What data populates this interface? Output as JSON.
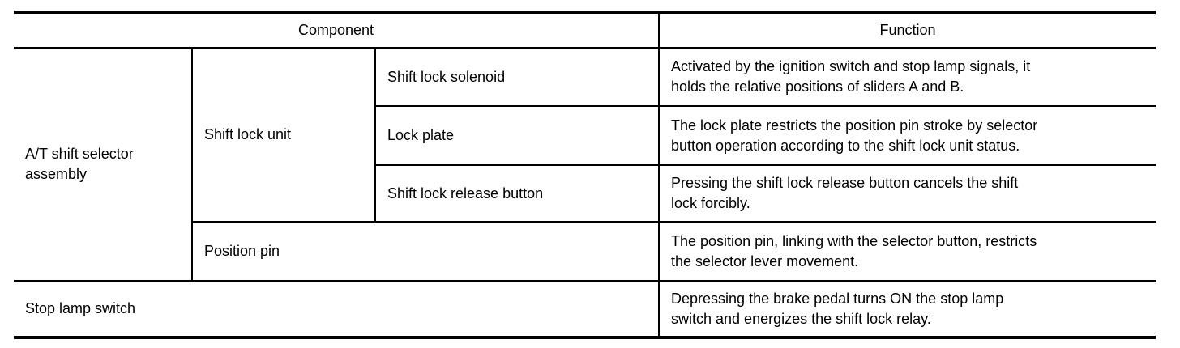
{
  "page": {
    "background_color": "#ffffff",
    "border_color": "#000000",
    "text_color": "#000000"
  },
  "table": {
    "headers": {
      "component": "Component",
      "function": "Function"
    },
    "rows": [
      {
        "assembly": "A/T shift selector assembly",
        "group": "Shift lock unit",
        "part": "Shift lock solenoid",
        "function_lines": [
          "Activated by the ignition switch and stop lamp signals, it",
          "holds the relative positions of sliders A and B."
        ]
      },
      {
        "part": "Lock plate",
        "function_lines": [
          "The lock plate restricts the position pin stroke by selector",
          "button operation according to the shift lock unit status."
        ]
      },
      {
        "part": "Shift lock release button",
        "function_lines": [
          "Pressing the shift lock release button cancels the shift",
          "lock forcibly."
        ]
      },
      {
        "part": "Position pin",
        "function_lines": [
          "The position pin, linking with the selector button, restricts",
          "the selector lever movement."
        ]
      },
      {
        "part": "Stop lamp switch",
        "function_lines": [
          "Depressing the brake pedal turns ON the stop lamp",
          "switch and energizes the shift lock relay."
        ]
      }
    ]
  }
}
